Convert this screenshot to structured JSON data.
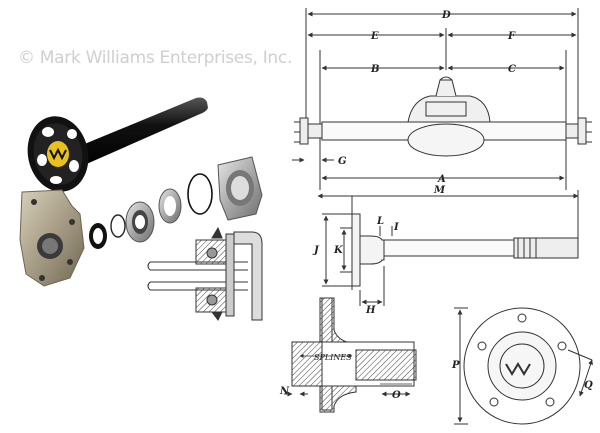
{
  "watermark": "© Mark Williams Enterprises, Inc.",
  "dimension_labels": {
    "D": "D",
    "E": "E",
    "F": "F",
    "B": "B",
    "C": "C",
    "G": "G",
    "A": "A",
    "M": "M",
    "L": "L",
    "I": "I",
    "J": "J",
    "K": "K",
    "H": "H",
    "SPLINES": "SPLINES",
    "N": "N",
    "O": "O",
    "P": "P",
    "Q": "Q"
  },
  "colors": {
    "line": "#333333",
    "metal": "#9a9a9a",
    "logo_yellow": "#e8c21a",
    "axle_black": "#1a1a1a",
    "watermark": "#cfcfcf"
  }
}
